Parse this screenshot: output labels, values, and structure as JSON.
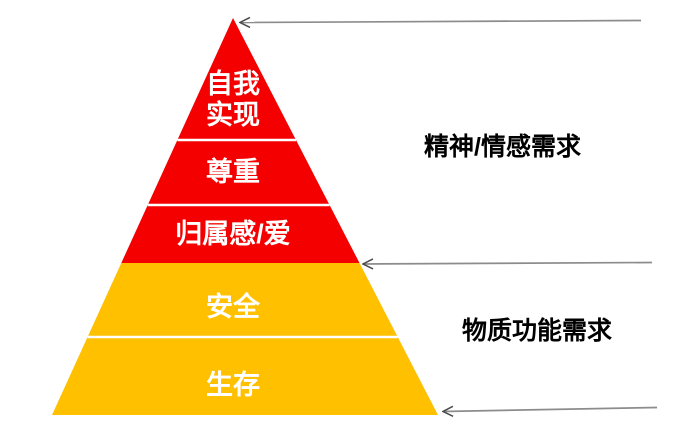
{
  "diagram": {
    "type": "pyramid-hierarchy",
    "levels": [
      {
        "name": "self-actualization",
        "label": "自我\n实现",
        "color": "#F40000"
      },
      {
        "name": "esteem",
        "label": "尊重",
        "color": "#F40000"
      },
      {
        "name": "belonging-love",
        "label": "归属感/爱",
        "color": "#F40000"
      },
      {
        "name": "safety",
        "label": "安全",
        "color": "#FFC000"
      },
      {
        "name": "survival",
        "label": "生存",
        "color": "#FFC000"
      }
    ],
    "side_labels": [
      {
        "name": "spiritual-emotional-needs",
        "label": "精神/情感需求",
        "covers": [
          "自我实现",
          "尊重",
          "归属感/爱"
        ]
      },
      {
        "name": "material-functional-needs",
        "label": "物质功能需求",
        "covers": [
          "安全",
          "生存"
        ]
      }
    ],
    "colors": {
      "red": "#F40000",
      "gold": "#FFC000",
      "divider": "#FFFFFF",
      "level_text": "#FFFFFF",
      "side_label_text": "#000000",
      "arrow_line": "#8C8C8C",
      "arrow_head": "#4A4A4A"
    }
  }
}
